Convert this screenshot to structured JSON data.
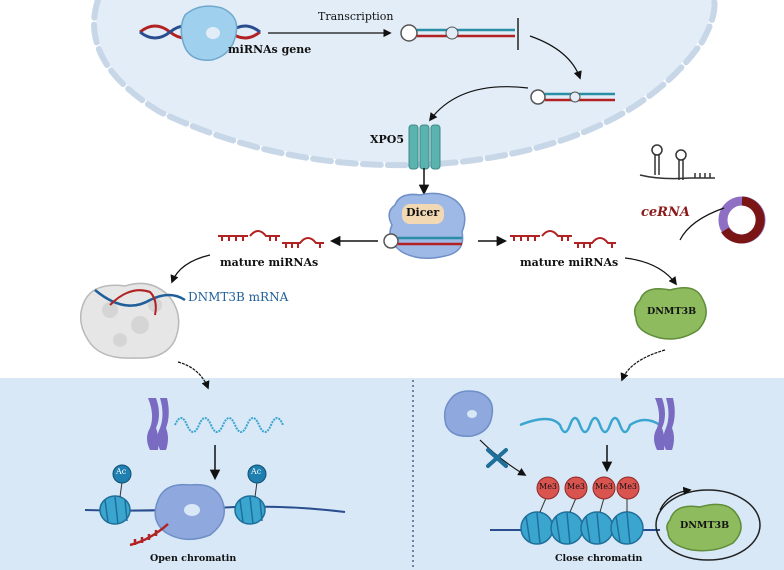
{
  "labels": {
    "transcription": "Transcription",
    "mirnas_gene": "miRNAs gene",
    "xpo5": "XPO5",
    "dicer": "Dicer",
    "mature_left": "mature miRNAs",
    "mature_right": "mature miRNAs",
    "ceRNA": "ceRNA",
    "dnmt3b_mrna": "DNMT3B mRNA",
    "dnmt3b_protein": "DNMT3B",
    "open_chromatin": "Open chromatin",
    "close_chromatin": "Close chromatin",
    "ac_left": "Ac",
    "ac_right": "Ac",
    "me3_1": "Me3",
    "me3_2": "Me3",
    "me3_3": "Me3",
    "me3_4": "Me3",
    "dnmt3b_circle": "DNMT3B"
  },
  "colors": {
    "nucleus_fill": "#e3edf7",
    "membrane": "#c7d7e8",
    "bottom_panel": "#d8e8f6",
    "rna_red": "#b22222",
    "dna_blue": "#2a4d8f",
    "xpo5": "#5bb3b0",
    "dicer": "#9fb9e6",
    "dicer_label_bg": "#f2d9b3",
    "dnmt3b_green": "#8dbb5e",
    "ceRNA_text": "#8b1a1a",
    "mrna_text": "#1f5f99",
    "nucleosome": "#3aa6d0",
    "histone_mark": "#1e7fb0",
    "me3_red": "#d9534f",
    "chromosome": "#7a6bc2",
    "circ_purple": "#8f6fc4",
    "circ_dark": "#7a1515"
  }
}
